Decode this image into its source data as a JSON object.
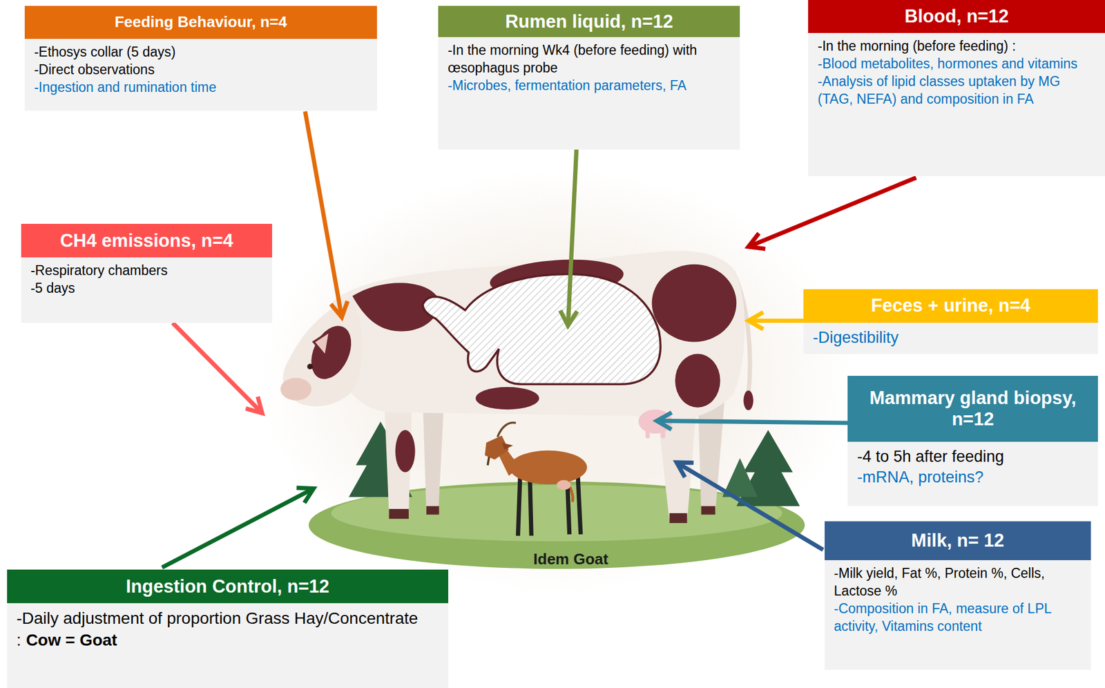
{
  "diagram": {
    "nodes": [
      {
        "text": [
          "Feeding Behaviour, n=4",
          "-Ethosys collar (5 days)",
          "-Direct observations",
          "-Ingestion and rumination time"
        ]
      },
      {
        "text": [
          "Rumen liquid, n=12",
          "-In the morning Wk4 (before feeding) with œsophagus probe",
          "-Microbes, fermentation parameters, FA"
        ]
      },
      {
        "text": [
          "Blood, n=12",
          "-In the morning (before feeding) :",
          "-Blood metabolites, hormones and vitamins",
          "-Analysis of lipid classes uptaken by MG (TAG, NEFA) and composition in FA"
        ]
      },
      {
        "text": [
          "CH4 emissions, n=4",
          "-Respiratory chambers",
          "-5 days"
        ]
      },
      {
        "text": [
          "Feces + urine, n=4",
          "-Digestibility"
        ]
      },
      {
        "text": [
          "Mammary gland biopsy, n=12",
          "-4 to 5h after feeding",
          "-mRNA, proteins?"
        ]
      },
      {
        "text": [
          "Milk, n= 12",
          "-Milk yield, Fat %, Protein %, Cells, Lactose %",
          "-Composition in FA, measure of LPL activity, Vitamins content"
        ]
      },
      {
        "text": [
          "Ingestion Control, n=12",
          "-Daily adjustment of proportion Grass Hay/Concentrate :",
          "Cow = Goat"
        ]
      }
    ],
    "labels": [
      "Idem Goat"
    ]
  }
}
